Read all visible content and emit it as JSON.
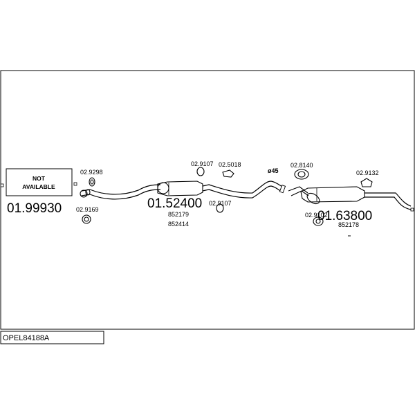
{
  "not_available": [
    "NOT",
    "AVAILABLE"
  ],
  "part_numbers": {
    "front_section": "01.99930",
    "middle_silencer": "01.52400",
    "rear_silencer": "01.63800"
  },
  "oe_numbers": {
    "middle_1": "852179",
    "middle_2": "852414",
    "rear": "852178"
  },
  "accessories": {
    "a1": "02.9298",
    "a2": "02.9169",
    "a3": "02.9107",
    "a4": "02.5018",
    "a5": "02.9107",
    "a6": "02.8140",
    "a7": "02.9132",
    "a8": "02.9102"
  },
  "angle_label": "ø45",
  "footer_title": "OPEL84188A"
}
